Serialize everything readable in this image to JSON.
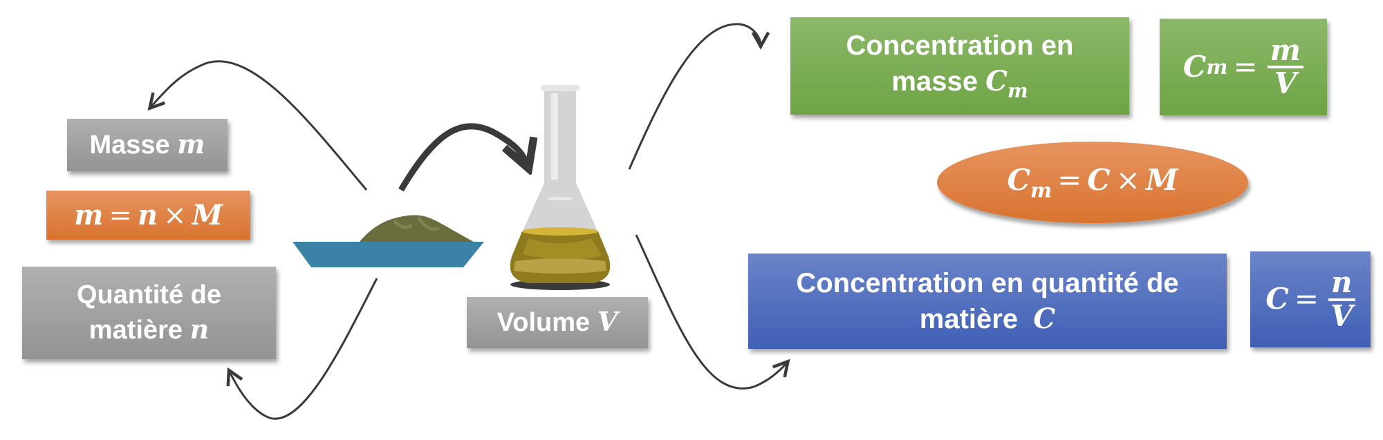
{
  "left": {
    "mass_label": "Masse",
    "mass_symbol": "m",
    "formula_mass": {
      "lhs": "m",
      "eq": "=",
      "a": "n",
      "times": "×",
      "b": "M"
    },
    "quantity_label_line1": "Quantité de",
    "quantity_label_line2": "matière",
    "quantity_symbol": "n"
  },
  "center": {
    "solid_icon": "powder-on-dish-icon",
    "flask_icon": "erlenmeyer-flask-icon",
    "volume_label": "Volume",
    "volume_symbol": "V"
  },
  "right": {
    "mass_concentration_line1": "Concentration en",
    "mass_concentration_line2": "masse",
    "mass_concentration_symbol": "C",
    "mass_concentration_sub": "m",
    "formula_cm": {
      "lhs": "C",
      "sub": "m",
      "eq": "=",
      "num": "m",
      "den": "V"
    },
    "formula_relation": {
      "lhs": "C",
      "sub": "m",
      "eq": "=",
      "a": "C",
      "times": "×",
      "b": "M"
    },
    "molar_concentration_line1": "Concentration en quantité de",
    "molar_concentration_line2": "matière",
    "molar_concentration_symbol": "C",
    "formula_c": {
      "lhs": "C",
      "eq": "=",
      "num": "n",
      "den": "V"
    }
  },
  "colors": {
    "gray": "#a3a3a3",
    "orange": "#df8244",
    "green": "#7cae56",
    "blue": "#4f6fc0",
    "arrow": "#3a3a3a",
    "dish": "#3a82a6",
    "powder": "#6b6d3e",
    "liquid": "#b09a2a"
  }
}
